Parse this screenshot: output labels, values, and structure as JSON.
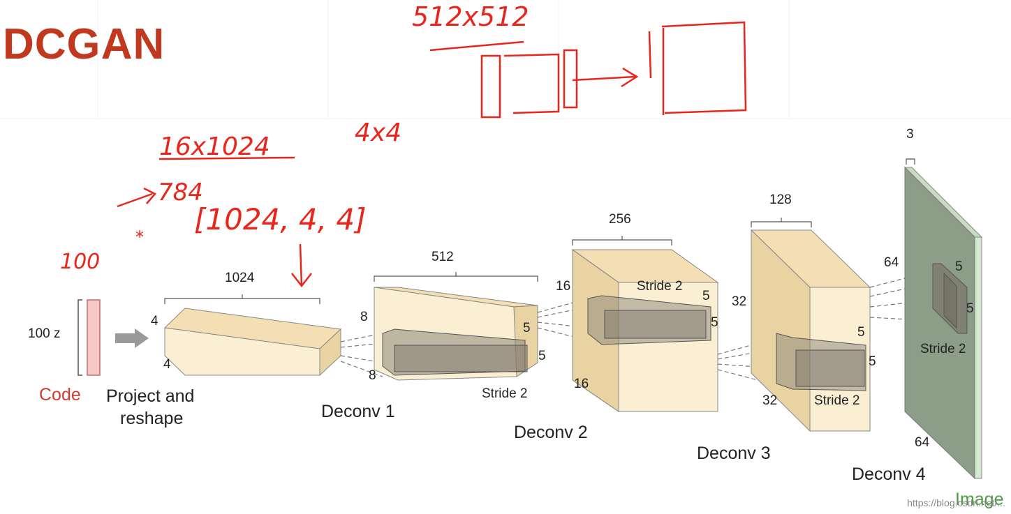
{
  "slide": {
    "title": "DCGAN",
    "watermark": "https://blog.csdn.net/..."
  },
  "diagram": {
    "input": {
      "dim_label": "100 z",
      "caption": "Code"
    },
    "project": {
      "caption_line1": "Project and",
      "caption_line2": "reshape"
    },
    "stages": [
      {
        "width": "1024",
        "height": "4",
        "depth": "4",
        "caption": ""
      },
      {
        "width": "512",
        "height": "8",
        "depth": "8",
        "caption": "Deconv 1",
        "kernel_h": "5",
        "kernel_w": "5",
        "stride": "Stride 2"
      },
      {
        "width": "256",
        "height": "16",
        "depth": "16",
        "caption": "Deconv 2",
        "kernel_h": "5",
        "kernel_w": "5",
        "stride": "Stride 2"
      },
      {
        "width": "128",
        "height": "32",
        "depth": "32",
        "caption": "Deconv 3",
        "kernel_h": "5",
        "kernel_w": "5",
        "stride": "Stride 2"
      },
      {
        "width": "3",
        "height": "64",
        "depth": "64",
        "caption": "Deconv 4",
        "kernel_h": "5",
        "kernel_w": "5",
        "stride": "Stride 2"
      }
    ],
    "output_caption": "Image"
  },
  "annotations": {
    "top_note": "512x512",
    "note_16x1024": "16x1024",
    "note_784": "784",
    "note_4x4": "4x4",
    "note_shape": "[1024, 4, 4]",
    "note_100": "100",
    "colors": {
      "ink": "#e8261c",
      "block_fill": "#f7e4bc",
      "block_front": "#fbefd3",
      "kernel_fill": "#8c8679",
      "image_fill": "#8d9e88",
      "title": "#c0391f"
    }
  }
}
